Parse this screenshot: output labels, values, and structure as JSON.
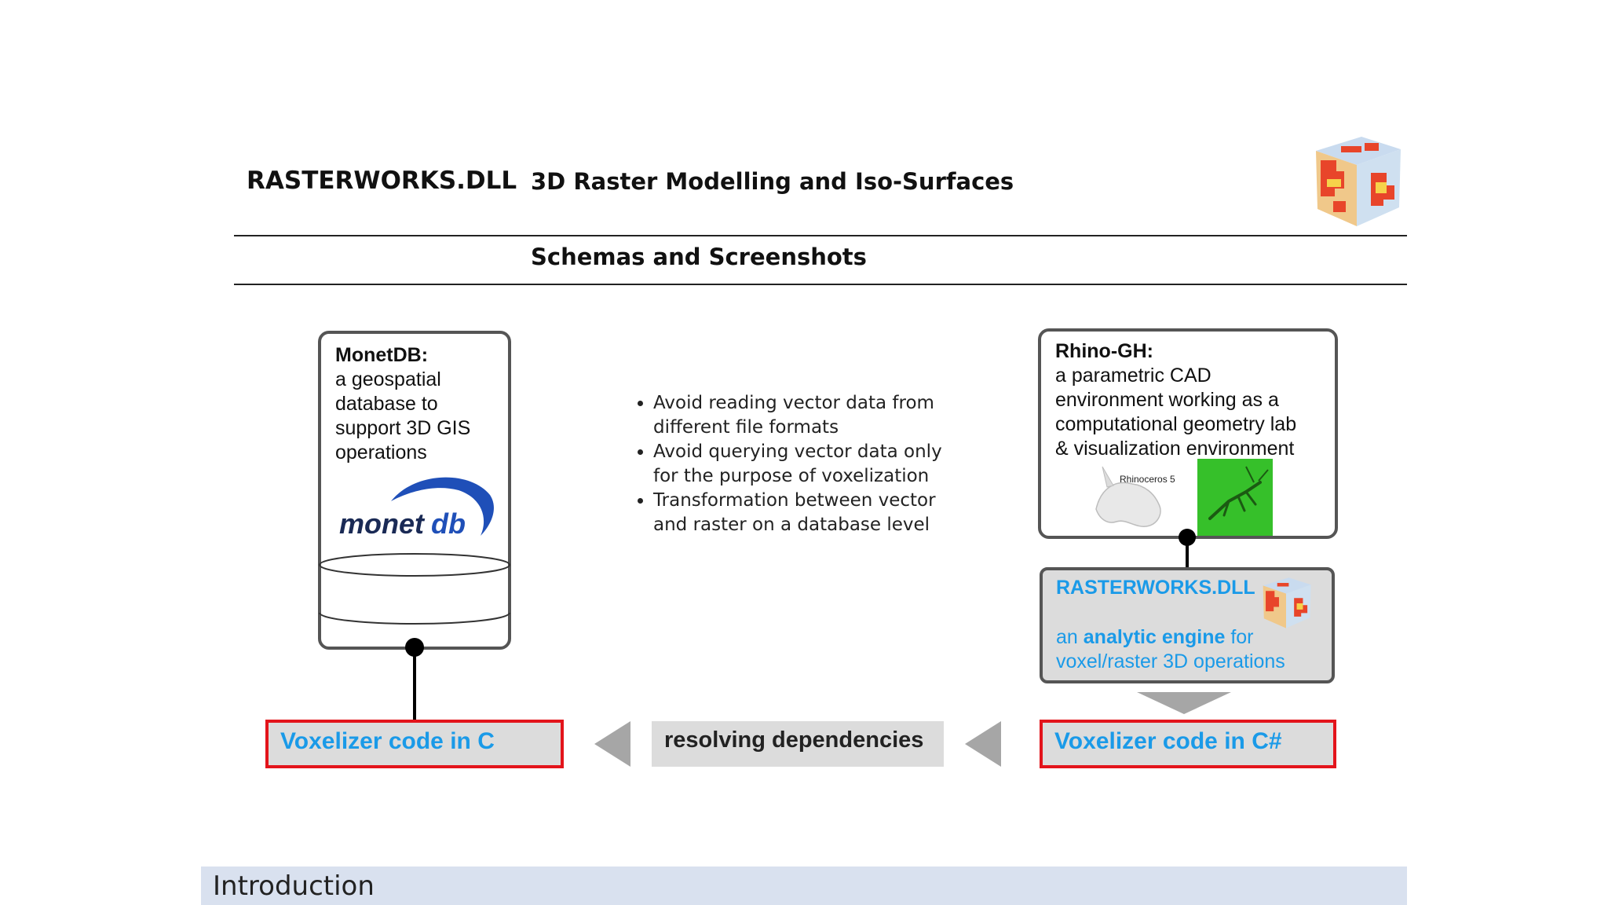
{
  "header": {
    "title": "RASTERWORKS.DLL",
    "subtitle": "3D Raster Modelling and Iso-Surfaces",
    "section": "Schemas and Screenshots"
  },
  "monetdb": {
    "heading": "MonetDB:",
    "lines": [
      "a geospatial",
      "database to",
      "support 3D GIS",
      "operations"
    ],
    "logo_text_1": "monet",
    "logo_text_2": "db"
  },
  "bullets": [
    "Avoid reading vector data from different file formats",
    "Avoid querying vector data only for the purpose of voxelization",
    "Transformation between vector and raster on a database level"
  ],
  "rhino": {
    "heading": "Rhino-GH:",
    "lines": [
      "a parametric CAD",
      "environment working as a",
      "computational geometry lab",
      "& visualization environment"
    ],
    "logo_text": "Rhinoceros 5"
  },
  "rasterworks": {
    "title": "RASTERWORKS.DLL",
    "line1_prefix": "an ",
    "line1_bold": "analytic engine",
    "line1_suffix": " for",
    "line2": "voxel/raster 3D operations"
  },
  "flow": {
    "left_code": "Voxelizer code in C",
    "middle": "resolving dependencies",
    "right_code": "Voxelizer code in C#"
  },
  "footer": {
    "label": "Introduction"
  },
  "colors": {
    "accent_blue": "#1a9ae8",
    "code_border": "#e3141b",
    "footer_bg": "#d9e1ef"
  }
}
